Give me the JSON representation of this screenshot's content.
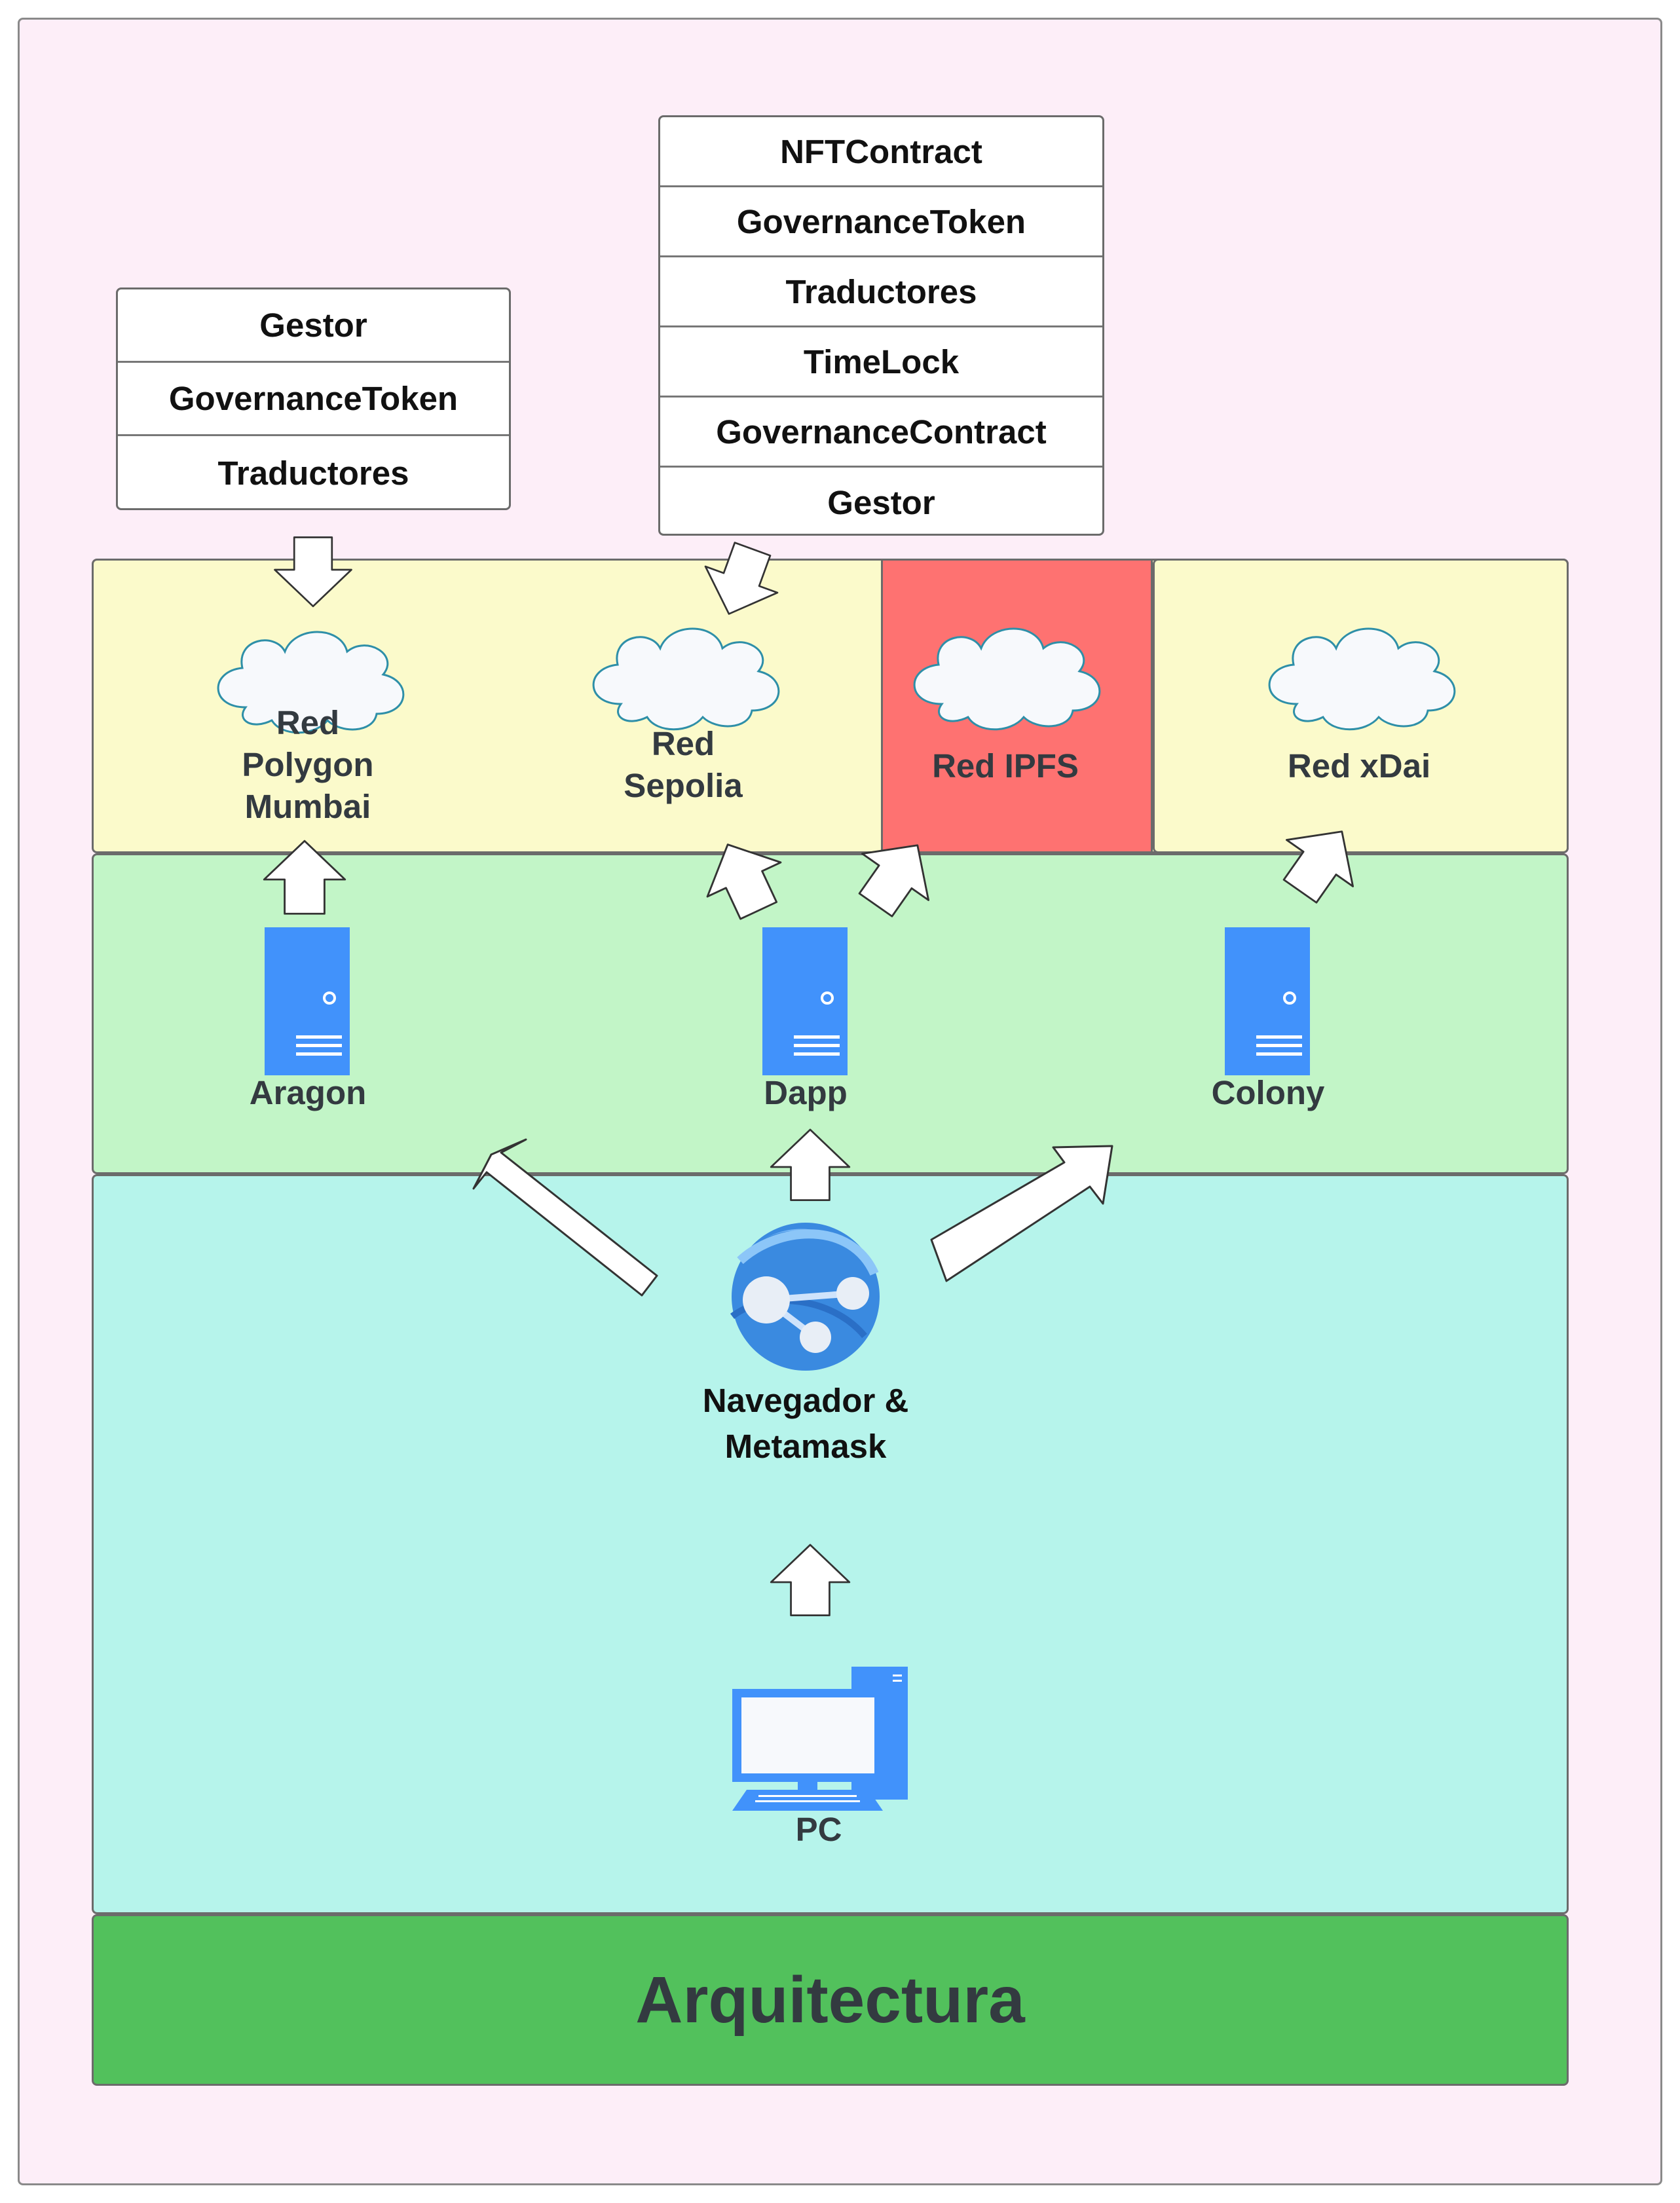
{
  "title": "Arquitectura",
  "contract_boxes": {
    "left": [
      "Gestor",
      "GovernanceToken",
      "Traductores"
    ],
    "right": [
      "NFTContract",
      "GovernanceToken",
      "Traductores",
      "TimeLock",
      "GovernanceContract",
      "Gestor"
    ]
  },
  "networks": {
    "polygon": "Red Polygon Mumbai",
    "sepolia": "Red Sepolia",
    "ipfs": "Red IPFS",
    "xdai": "Red xDai"
  },
  "servers": {
    "aragon": "Aragon",
    "dapp": "Dapp",
    "colony": "Colony"
  },
  "browser": "Navegador & Metamask",
  "pc": "PC",
  "colors": {
    "background": "#fdeef8",
    "networks_layer": "#fbfacb",
    "ipfs_layer": "#fe7271",
    "servers_layer": "#c2f5c7",
    "client_layer": "#b6f4eb",
    "title_bar": "#52c15c",
    "icon_blue": "#4192fb"
  },
  "icons": [
    "cloud-icon",
    "server-icon",
    "web-app-icon",
    "desktop-computer-icon",
    "arrow-icon"
  ]
}
